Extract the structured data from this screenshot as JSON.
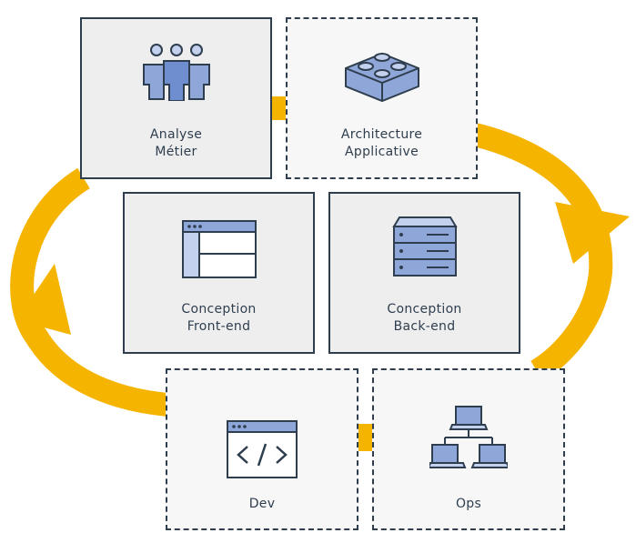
{
  "colors": {
    "cycle_arrow": "#f5b400",
    "border": "#2f3e4e",
    "icon_fill": "#8fa6d8",
    "icon_fill_light": "#c4d1ee",
    "icon_stroke": "#2f3e4e",
    "card_bg": "#eeeeee"
  },
  "cards": {
    "analyse_metier": {
      "line1": "Analyse",
      "line2": "Métier",
      "icon": "users-group-icon",
      "border": "solid"
    },
    "architecture_applicative": {
      "line1": "Architecture",
      "line2": "Applicative",
      "icon": "lego-brick-icon",
      "border": "dashed"
    },
    "conception_frontend": {
      "line1": "Conception",
      "line2": "Front-end",
      "icon": "browser-layout-icon",
      "border": "solid"
    },
    "conception_backend": {
      "line1": "Conception",
      "line2": "Back-end",
      "icon": "server-rack-icon",
      "border": "solid"
    },
    "dev": {
      "line1": "Dev",
      "icon": "code-window-icon",
      "border": "dashed"
    },
    "ops": {
      "line1": "Ops",
      "icon": "network-computers-icon",
      "border": "dashed"
    }
  }
}
